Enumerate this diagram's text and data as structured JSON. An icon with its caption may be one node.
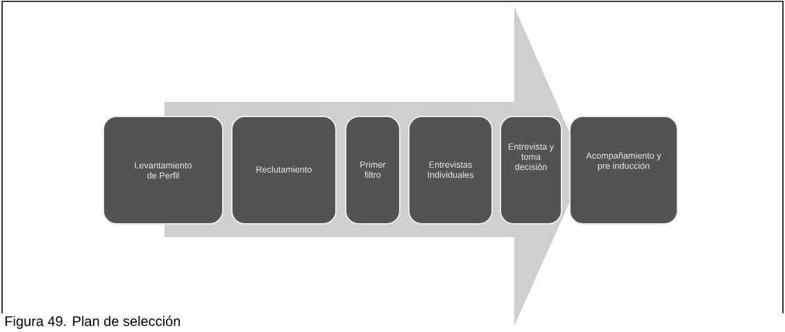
{
  "diagram": {
    "caption": "Figura 49.  Plan de selección",
    "nodes": [
      {
        "text": [
          "Levantamiento de Perfil"
        ]
      },
      {
        "text": [
          "Reclutamiento"
        ]
      },
      {
        "text": [
          "Primer filtro"
        ]
      },
      {
        "text": [
          "Entrevistas Individuales"
        ]
      },
      {
        "text": [
          "Entrevista y toma decisión"
        ]
      },
      {
        "text": [
          "Acompañamiento y pre inducción"
        ]
      }
    ],
    "edges": [
      {
        "from": 0,
        "to": 5,
        "arrow": "to"
      }
    ]
  }
}
